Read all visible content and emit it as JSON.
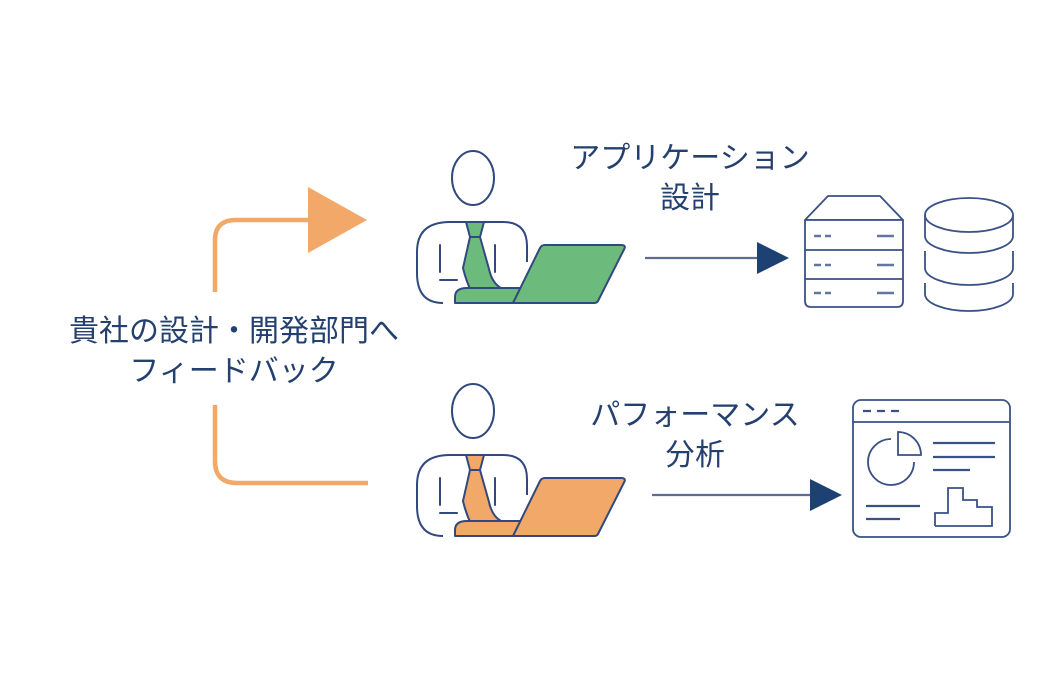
{
  "colors": {
    "background": "#ffffff",
    "navy": "#24406E",
    "outline": "#32497E",
    "icon_outline": "#3A5186",
    "connector": "#5D6C95",
    "arrowhead": "#1E4173",
    "green": "#6CBB7D",
    "orange": "#F1A868",
    "dash": "#64759E"
  },
  "feedback": {
    "line1": "貴社の設計・開発部門へ",
    "line2": "フィードバック"
  },
  "flows": [
    {
      "id": "application-design",
      "label_line1": "アプリケーション",
      "label_line2": "設計",
      "accent": "green",
      "person_icon": "person-at-laptop-icon",
      "target_icons": [
        "server-icon",
        "database-icon"
      ]
    },
    {
      "id": "performance-analysis",
      "label_line1": "パフォーマンス",
      "label_line2": "分析",
      "accent": "orange",
      "person_icon": "person-at-laptop-icon",
      "target_icons": [
        "dashboard-icon"
      ]
    }
  ]
}
